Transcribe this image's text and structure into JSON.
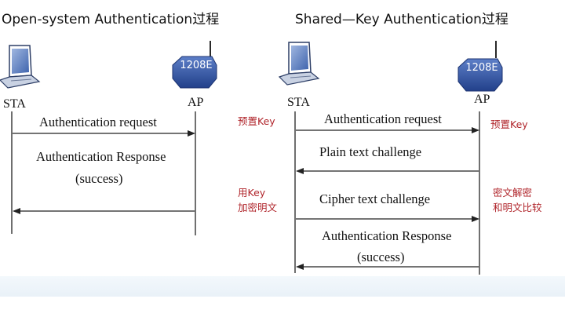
{
  "left": {
    "title": "Open-system Authentication过程",
    "sta_label": "STA",
    "ap_label": "AP",
    "ap_device_text": "1208E",
    "messages": {
      "m1": "Authentication request",
      "m2_line1": "Authentication Response",
      "m2_line2": "(success)"
    }
  },
  "right": {
    "title": "Shared—Key Authentication过程",
    "sta_label": "STA",
    "ap_label": "AP",
    "ap_device_text": "1208E",
    "messages": {
      "m1": "Authentication request",
      "m2": "Plain text challenge",
      "m3": "Cipher text challenge",
      "m4_line1": "Authentication Response",
      "m4_line2": "(success)"
    },
    "notes": {
      "sta_preset": "预置Key",
      "ap_preset": "预置Key",
      "sta_encrypt_line1": "用Key",
      "sta_encrypt_line2": "加密明文",
      "ap_decrypt_line1": "密文解密",
      "ap_decrypt_line2": "和明文比较"
    }
  },
  "colors": {
    "note_red": "#b0252b",
    "router_blue": "#2d4fa0",
    "laptop_blue": "#4a6fb5"
  }
}
